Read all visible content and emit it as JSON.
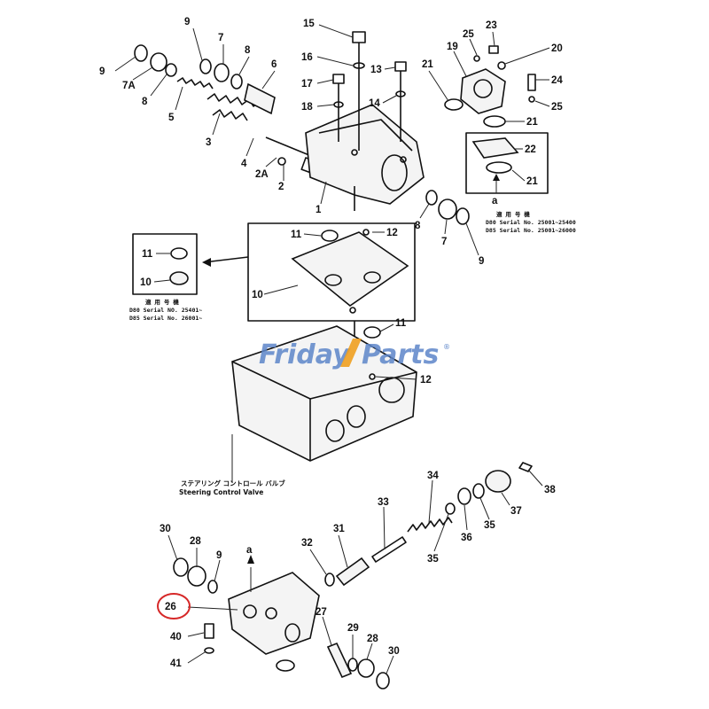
{
  "callouts": {
    "n9a": "9",
    "n7": "7",
    "n8a": "8",
    "n6": "6",
    "n9b": "9",
    "n7A": "7A",
    "n8b": "8",
    "n5": "5",
    "n3": "3",
    "n4": "4",
    "n2A": "2A",
    "n2": "2",
    "n1": "1",
    "n15": "15",
    "n16": "16",
    "n13": "13",
    "n17": "17",
    "n18": "18",
    "n14": "14",
    "n21a": "21",
    "n25a": "25",
    "n23": "23",
    "n19": "19",
    "n20": "20",
    "n24": "24",
    "n25b": "25",
    "n21b": "21",
    "n22": "22",
    "n21c": "21",
    "na_top": "a",
    "n8c": "8",
    "n7b": "7",
    "n9c": "9",
    "n11a": "11",
    "n12a": "12",
    "n10a": "10",
    "n11b": "11",
    "n10b": "10",
    "n11c": "11",
    "n12b": "12",
    "n34": "34",
    "n33": "33",
    "n38": "38",
    "n37": "37",
    "n36": "36",
    "n35a": "35",
    "n35b": "35",
    "n31": "31",
    "n32": "32",
    "n30a": "30",
    "n28a": "28",
    "n9d": "9",
    "na_bot": "a",
    "n26": "26",
    "n27": "27",
    "n29": "29",
    "n28b": "28",
    "n30b": "30",
    "n40": "40",
    "n41": "41"
  },
  "notes": {
    "serial_right_jp": "適 用 号 機",
    "serial_right_1": "D80 Serial No. 25001~25400",
    "serial_right_2": "D85 Serial No. 25001~26000",
    "serial_left_jp": "適 用 号 機",
    "serial_left_1": "D80 Serial NO. 25401~",
    "serial_left_2": "D85 Serial No. 26001~"
  },
  "caption": {
    "jp": "ステアリング コントロール バルブ",
    "en": "Steering Control Valve"
  },
  "watermark": {
    "part1": "Friday",
    "part2": "Parts",
    "mark": "®"
  },
  "colors": {
    "line": "#111111",
    "watermark_blue": "#5d86c9",
    "watermark_orange": "#f0a020",
    "highlight_circle": "#d62828"
  },
  "highlight": {
    "label": "26"
  }
}
